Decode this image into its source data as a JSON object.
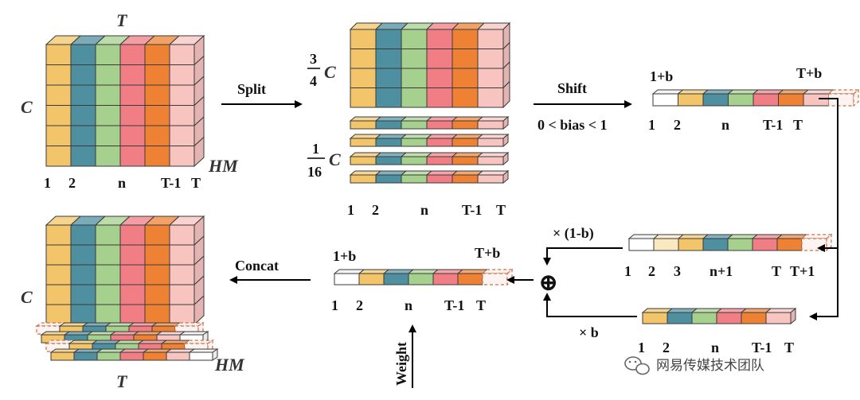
{
  "colors": {
    "yellow": "#F2C56B",
    "teal": "#4E8FA0",
    "green": "#A6D08E",
    "pink": "#F07E84",
    "orange": "#EE8134",
    "lightpink": "#F7C4C0",
    "cream": "#F9E8C0",
    "outline": "#3a3a3a",
    "arrow": "#000000",
    "dashed": "#C9704A"
  },
  "block1": {
    "top": "T",
    "left": "C",
    "right": "HM",
    "ticks": [
      "1",
      "2",
      "n",
      "T-1",
      "T"
    ]
  },
  "split": {
    "label": "Split"
  },
  "block2": {
    "frac_main_num": "3",
    "frac_main_den": "4",
    "frac_main_var": "C",
    "frac_small_num": "1",
    "frac_small_den": "16",
    "frac_small_var": "C",
    "ticks": [
      "1",
      "2",
      "n",
      "T-1",
      "T"
    ]
  },
  "shift": {
    "label": "Shift",
    "condition": "0 < bias < 1"
  },
  "shifted_strip": {
    "top_left": "1+b",
    "top_right": "T+b",
    "ticks": [
      "1",
      "2",
      "n",
      "T-1",
      "T"
    ]
  },
  "upper_strip": {
    "factor": "× (1-b)",
    "ticks": [
      "1",
      "2",
      "3",
      "n+1",
      "T",
      "T+1"
    ]
  },
  "lower_strip": {
    "factor": "× b",
    "ticks": [
      "1",
      "2",
      "n",
      "T-1",
      "T"
    ]
  },
  "sum": {
    "symbol": "⊕"
  },
  "result_strip": {
    "top_left": "1+b",
    "top_right": "T+b",
    "ticks": [
      "1",
      "2",
      "n",
      "T-1",
      "T"
    ]
  },
  "weight": {
    "label": "Weight"
  },
  "concat": {
    "label": "Concat"
  },
  "block3": {
    "left": "C",
    "right": "HM",
    "bottom": "T"
  },
  "watermark": {
    "text": "网易传媒技术团队",
    "icon": "wechat-icon"
  }
}
